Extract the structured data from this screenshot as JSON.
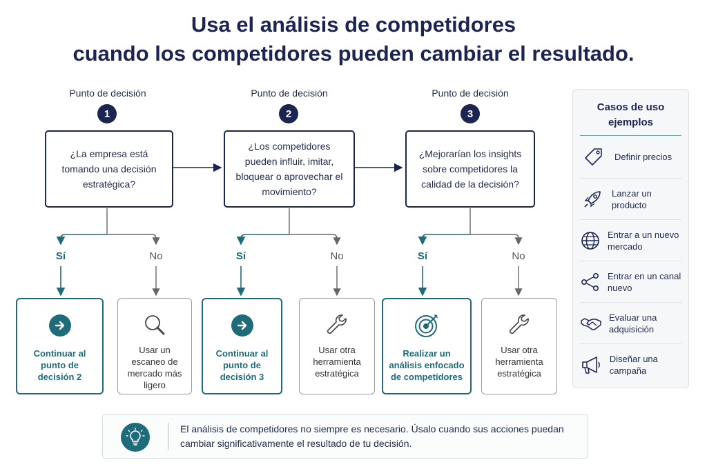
{
  "title": {
    "line1": "Usa el análisis de competidores",
    "line2": "cuando los competidores pueden cambiar el resultado."
  },
  "decision_points": [
    {
      "label": "Punto de decisión",
      "number": "1",
      "question": "¿La empresa está tomando una decisión estratégica?",
      "yes_label": "Sí",
      "no_label": "No",
      "yes_outcome": {
        "icon": "arrow-right-icon",
        "text": "Continuar al punto de decisión 2"
      },
      "no_outcome": {
        "icon": "magnifier-icon",
        "text": "Usar un escaneo de mercado más ligero"
      }
    },
    {
      "label": "Punto de decisión",
      "number": "2",
      "question": "¿Los competidores pueden influir, imitar, bloquear o aprovechar el movimiento?",
      "yes_label": "Sí",
      "no_label": "No",
      "yes_outcome": {
        "icon": "arrow-right-icon",
        "text": "Continuar al punto de decisión 3"
      },
      "no_outcome": {
        "icon": "wrench-icon",
        "text": "Usar otra herramienta estratégica"
      }
    },
    {
      "label": "Punto de decisión",
      "number": "3",
      "question": "¿Mejorarían los insights sobre competidores la calidad de la decisión?",
      "yes_label": "Sí",
      "no_label": "No",
      "yes_outcome": {
        "icon": "target-icon",
        "text": "Realizar un análisis enfocado de competidores"
      },
      "no_outcome": {
        "icon": "wrench-icon",
        "text": "Usar otra herramienta estratégica"
      }
    }
  ],
  "sidebar": {
    "title": "Casos de uso ejemplos",
    "items": [
      {
        "icon": "price-tag-icon",
        "label": "Definir precios"
      },
      {
        "icon": "rocket-icon",
        "label": "Lanzar un producto"
      },
      {
        "icon": "globe-icon",
        "label": "Entrar a un nuevo mercado"
      },
      {
        "icon": "share-nodes-icon",
        "label": "Entrar en un canal nuevo"
      },
      {
        "icon": "handshake-icon",
        "label": "Evaluar una adquisición"
      },
      {
        "icon": "megaphone-icon",
        "label": "Diseñar una campaña"
      }
    ]
  },
  "note": {
    "icon": "lightbulb-icon",
    "text": "El análisis de competidores no siempre es necesario. Úsalo cuando sus acciones puedan cambiar significativamente el resultado de tu decisión."
  },
  "colors": {
    "navy": "#1c2452",
    "teal": "#1e6b7a",
    "gray": "#777777"
  }
}
